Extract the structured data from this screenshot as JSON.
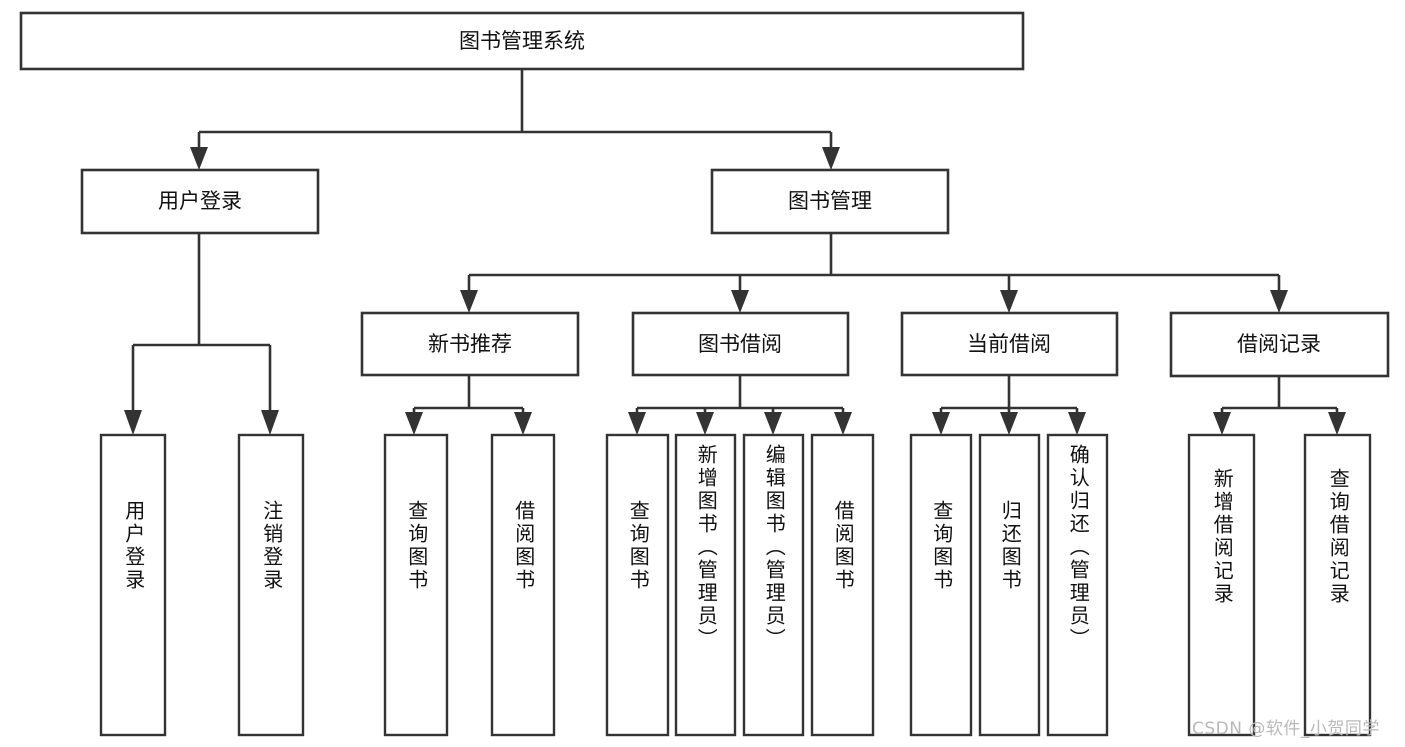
{
  "diagram": {
    "type": "tree-hierarchy",
    "title": "图书管理系统",
    "root": {
      "label": "图书管理系统",
      "orientation": "horizontal"
    },
    "level2": [
      {
        "label": "用户登录",
        "orientation": "horizontal"
      },
      {
        "label": "图书管理",
        "orientation": "horizontal"
      }
    ],
    "level3": [
      {
        "label": "新书推荐",
        "orientation": "horizontal"
      },
      {
        "label": "图书借阅",
        "orientation": "horizontal"
      },
      {
        "label": "当前借阅",
        "orientation": "horizontal"
      },
      {
        "label": "借阅记录",
        "orientation": "horizontal"
      }
    ],
    "leaves": {
      "user_login": [
        {
          "label": "用户登录",
          "orientation": "vertical"
        },
        {
          "label": "注销登录",
          "orientation": "vertical"
        }
      ],
      "new_book_recommend": [
        {
          "label": "查询图书",
          "orientation": "vertical"
        },
        {
          "label": "借阅图书",
          "orientation": "vertical"
        }
      ],
      "book_borrow": [
        {
          "label": "查询图书",
          "orientation": "vertical"
        },
        {
          "label": "新增图书（管理员）",
          "orientation": "vertical"
        },
        {
          "label": "编辑图书（管理员）",
          "orientation": "vertical"
        },
        {
          "label": "借阅图书",
          "orientation": "vertical"
        }
      ],
      "current_borrow": [
        {
          "label": "查询图书",
          "orientation": "vertical"
        },
        {
          "label": "归还图书",
          "orientation": "vertical"
        },
        {
          "label": "确认归还（管理员）",
          "orientation": "vertical"
        }
      ],
      "borrow_record": [
        {
          "label": "新增借阅记录",
          "orientation": "vertical"
        },
        {
          "label": "查询借阅记录",
          "orientation": "vertical"
        }
      ]
    }
  },
  "watermark": {
    "text": "CSDN @软件_小贺同学"
  },
  "colors": {
    "box_stroke": "#333333",
    "box_fill": "#ffffff",
    "text": "#111111",
    "background": "#ffffff",
    "watermark": "#b9b9b9"
  }
}
